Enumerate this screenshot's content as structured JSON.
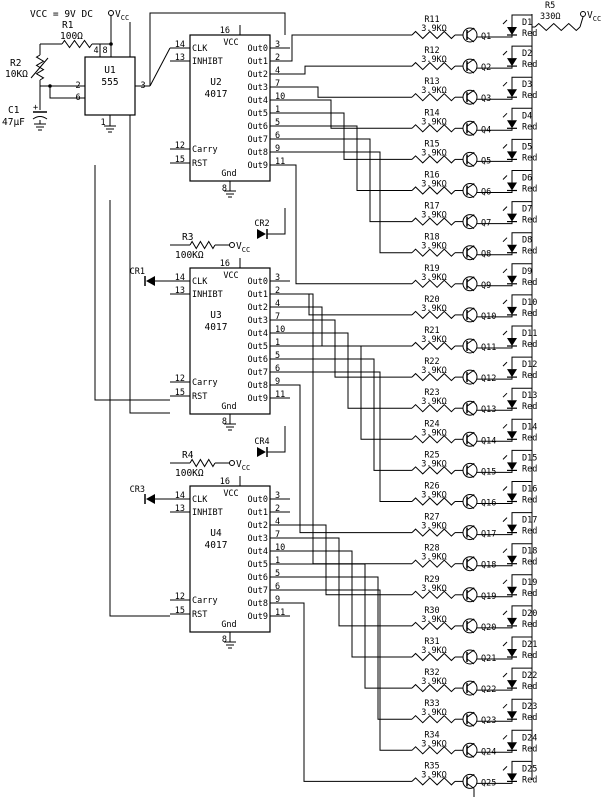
{
  "power": {
    "supply": "VCC = 9V DC",
    "vcc": "oVCC"
  },
  "timer": {
    "name": "U1",
    "part": "555",
    "pins": {
      "p4": "4",
      "p8": "8",
      "p2": "2",
      "p6": "6",
      "p3": "3",
      "p1": "1"
    },
    "R1": {
      "name": "R1",
      "value": "100Ω"
    },
    "R2": {
      "name": "R2",
      "value": "10KΩ"
    },
    "C1": {
      "name": "C1",
      "value": "47μF"
    }
  },
  "counter_pins": {
    "left": [
      {
        "num": "14",
        "label": "CLK"
      },
      {
        "num": "13",
        "label": "INHIBT"
      },
      {
        "num": "12",
        "label": "Carry"
      },
      {
        "num": "15",
        "label": "RST"
      }
    ],
    "top": {
      "num": "16",
      "label": "VCC"
    },
    "bottom": {
      "num": "8",
      "label": "Gnd"
    },
    "right": [
      {
        "label": "Out0",
        "num": "3"
      },
      {
        "label": "Out1",
        "num": "2"
      },
      {
        "label": "Out2",
        "num": "4"
      },
      {
        "label": "Out3",
        "num": "7"
      },
      {
        "label": "Out4",
        "num": "10"
      },
      {
        "label": "Out5",
        "num": "1"
      },
      {
        "label": "Out6",
        "num": "5"
      },
      {
        "label": "Out7",
        "num": "6"
      },
      {
        "label": "Out8",
        "num": "9"
      },
      {
        "label": "Out9",
        "num": "11"
      }
    ]
  },
  "counters": [
    {
      "name": "U2",
      "part": "4017"
    },
    {
      "name": "U3",
      "part": "4017",
      "R": {
        "name": "R3",
        "value": "100KΩ"
      },
      "CRin": "CR1",
      "CRout": "CR2"
    },
    {
      "name": "U4",
      "part": "4017",
      "R": {
        "name": "R4",
        "value": "100KΩ"
      },
      "CRin": "CR3",
      "CRout": "CR4"
    }
  ],
  "base_resistor_value": "3.9KΩ",
  "stages": [
    {
      "r": "R11",
      "q": "Q1",
      "d": "D1"
    },
    {
      "r": "R12",
      "q": "Q2",
      "d": "D2"
    },
    {
      "r": "R13",
      "q": "Q3",
      "d": "D3"
    },
    {
      "r": "R14",
      "q": "Q4",
      "d": "D4"
    },
    {
      "r": "R15",
      "q": "Q5",
      "d": "D5"
    },
    {
      "r": "R16",
      "q": "Q6",
      "d": "D6"
    },
    {
      "r": "R17",
      "q": "Q7",
      "d": "D7"
    },
    {
      "r": "R18",
      "q": "Q8",
      "d": "D8"
    },
    {
      "r": "R19",
      "q": "Q9",
      "d": "D9"
    },
    {
      "r": "R20",
      "q": "Q10",
      "d": "D10"
    },
    {
      "r": "R21",
      "q": "Q11",
      "d": "D11"
    },
    {
      "r": "R22",
      "q": "Q12",
      "d": "D12"
    },
    {
      "r": "R23",
      "q": "Q13",
      "d": "D13"
    },
    {
      "r": "R24",
      "q": "Q14",
      "d": "D14"
    },
    {
      "r": "R25",
      "q": "Q15",
      "d": "D15"
    },
    {
      "r": "R26",
      "q": "Q16",
      "d": "D16"
    },
    {
      "r": "R27",
      "q": "Q17",
      "d": "D17"
    },
    {
      "r": "R28",
      "q": "Q18",
      "d": "D18"
    },
    {
      "r": "R29",
      "q": "Q19",
      "d": "D19"
    },
    {
      "r": "R30",
      "q": "Q20",
      "d": "D20"
    },
    {
      "r": "R31",
      "q": "Q21",
      "d": "D21"
    },
    {
      "r": "R32",
      "q": "Q22",
      "d": "D22"
    },
    {
      "r": "R33",
      "q": "Q23",
      "d": "D23"
    },
    {
      "r": "R34",
      "q": "Q24",
      "d": "D24"
    },
    {
      "r": "R35",
      "q": "Q25",
      "d": "D25"
    }
  ],
  "led_color": "Red",
  "R5": {
    "name": "R5",
    "value": "330Ω"
  }
}
